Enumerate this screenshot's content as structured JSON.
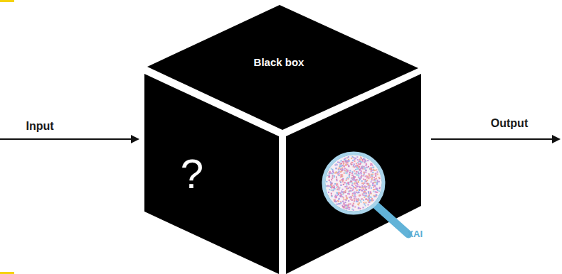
{
  "diagram": {
    "nodes": [
      {
        "text": [
          "Black box",
          "?",
          "XAI"
        ]
      }
    ],
    "labels": [
      "Input",
      "Output"
    ]
  }
}
